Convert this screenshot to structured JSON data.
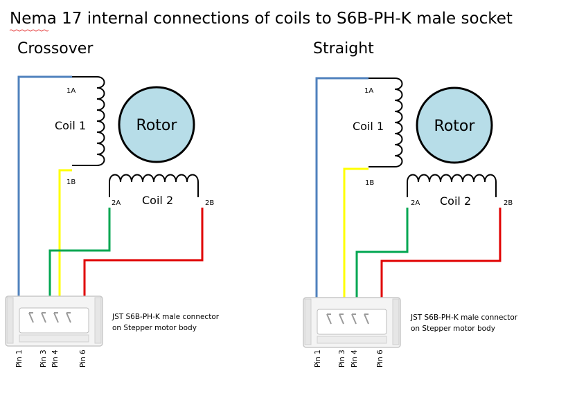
{
  "title": "Nema 17 internal connections of coils to S6B-PH-K male socket",
  "colors": {
    "blue": "#4f81bd",
    "yellow": "#ffff00",
    "green": "#00a651",
    "red": "#e00000",
    "rotor_fill": "#b7dde8",
    "coil_stroke": "#000000",
    "connector_fill": "#f2f2f2",
    "connector_stroke": "#bfbfbf"
  },
  "panels": [
    {
      "heading": "Crossover",
      "coil1_label": "Coil 1",
      "coil2_label": "Coil 2",
      "rotor_label": "Rotor",
      "terminal_1a": "1A",
      "terminal_1b": "1B",
      "terminal_2a": "2A",
      "terminal_2b": "2B",
      "connector_note_line1": "JST S6B-PH-K male connector",
      "connector_note_line2": "on Stepper motor body",
      "pins": [
        "Pin 1",
        "Pin 3",
        "Pin 4",
        "Pin 6"
      ]
    },
    {
      "heading": "Straight",
      "coil1_label": "Coil 1",
      "coil2_label": "Coil 2",
      "rotor_label": "Rotor",
      "terminal_1a": "1A",
      "terminal_1b": "1B",
      "terminal_2a": "2A",
      "terminal_2b": "2B",
      "connector_note_line1": "JST S6B-PH-K male connector",
      "connector_note_line2": "on Stepper motor body",
      "pins": [
        "Pin 1",
        "Pin 3",
        "Pin 4",
        "Pin 6"
      ]
    }
  ]
}
